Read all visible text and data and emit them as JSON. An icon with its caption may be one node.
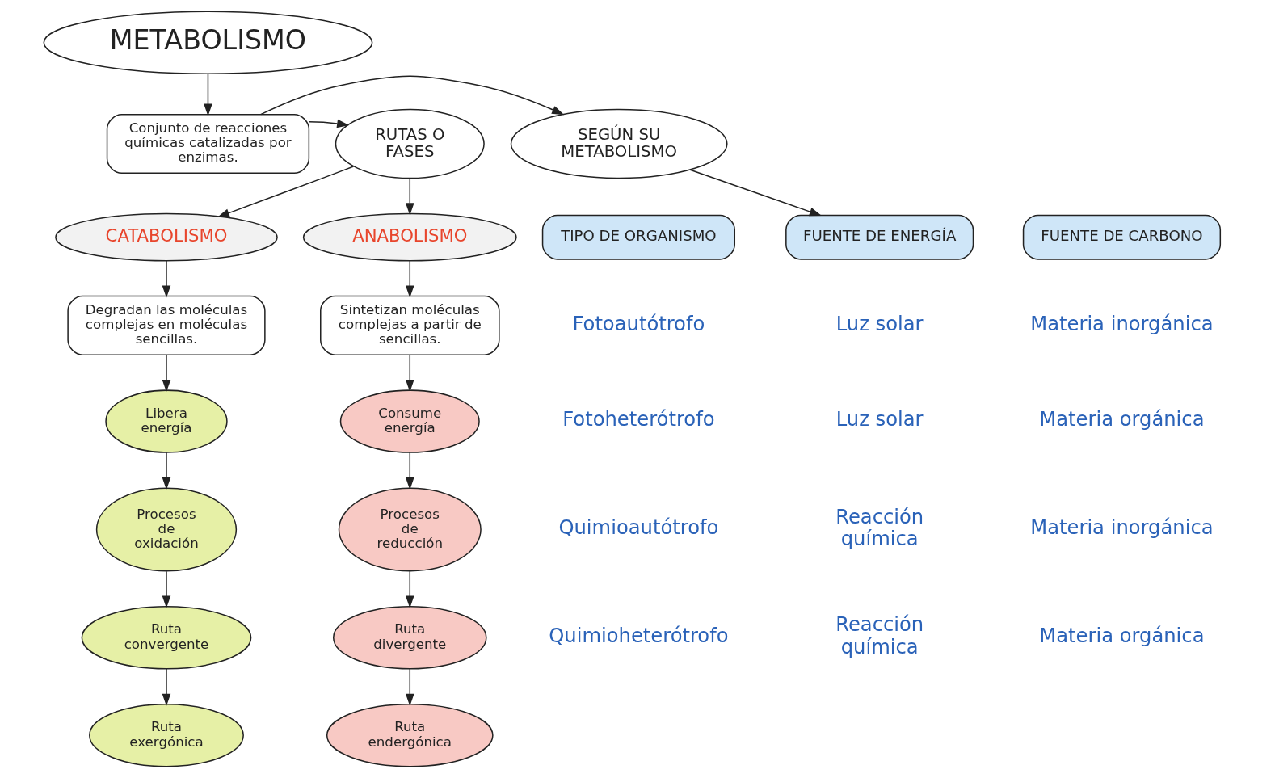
{
  "diagram": {
    "nodes": [
      {
        "text": [
          "METABOLISMO"
        ]
      },
      {
        "text": [
          "Conjunto de reacciones químicas catalizadas por enzimas."
        ]
      },
      {
        "text": [
          "SEGÚN SU METABOLISMO"
        ]
      },
      {
        "text": [
          "RUTAS O FASES"
        ]
      },
      {
        "text": [
          "TIPO DE ORGANISMO"
        ]
      },
      {
        "text": [
          "FUENTE DE ENERGÍA"
        ]
      },
      {
        "text": [
          "FUENTE DE CARBONO"
        ]
      },
      {
        "text": [
          "ANABOLISMO"
        ]
      },
      {
        "text": [
          "CATABOLISMO"
        ]
      },
      {
        "text": [
          "Sintetizan moléculas complejas a partir de sencillas."
        ]
      },
      {
        "text": [
          "Degradan las moléculas complejas en moléculas sencillas."
        ]
      },
      {
        "text": [
          "Consume energía"
        ]
      },
      {
        "text": [
          "Libera energía"
        ]
      },
      {
        "text": [
          "Procesos de reducción"
        ]
      },
      {
        "text": [
          "Procesos de oxidación"
        ]
      },
      {
        "text": [
          "Ruta divergente"
        ]
      },
      {
        "text": [
          "Ruta convergente"
        ]
      },
      {
        "text": [
          "Ruta endergónica"
        ]
      },
      {
        "text": [
          "Ruta exergónica"
        ]
      }
    ],
    "edges": [
      {
        "from": 0,
        "to": 1,
        "arrow": "to"
      },
      {
        "from": 1,
        "to": 2,
        "arrow": "to"
      },
      {
        "from": 1,
        "to": 3,
        "arrow": "to"
      },
      {
        "from": 2,
        "to": 5,
        "arrow": "to"
      },
      {
        "from": 3,
        "to": 7,
        "arrow": "to"
      },
      {
        "from": 3,
        "to": 8,
        "arrow": "to"
      },
      {
        "from": 7,
        "to": 9,
        "arrow": "to"
      },
      {
        "from": 8,
        "to": 10,
        "arrow": "to"
      },
      {
        "from": 9,
        "to": 11,
        "arrow": "to"
      },
      {
        "from": 11,
        "to": 13,
        "arrow": "to"
      },
      {
        "from": 13,
        "to": 15,
        "arrow": "to"
      },
      {
        "from": 15,
        "to": 17,
        "arrow": "to"
      },
      {
        "from": 10,
        "to": 12,
        "arrow": "to"
      },
      {
        "from": 12,
        "to": 14,
        "arrow": "to"
      },
      {
        "from": 14,
        "to": 16,
        "arrow": "to"
      },
      {
        "from": 16,
        "to": 18,
        "arrow": "to"
      }
    ],
    "labels": [
      "Fotoautótrofo",
      "Luz solar",
      "Materia inorgánica",
      "Fotoheterótrofo",
      "Luz solar",
      "Materia orgánica",
      "Quimioautótrofo",
      "Reacción química",
      "Materia inorgánica",
      "Quimioheterótrofo",
      "Reacción química",
      "Materia orgánica"
    ]
  }
}
